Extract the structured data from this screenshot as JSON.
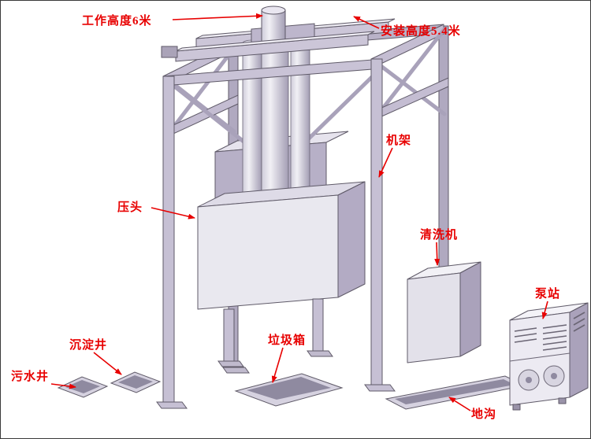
{
  "diagram": {
    "title_implicit": "垂直式垃圾压缩站设备布置图",
    "labels": {
      "working_height": "工作高度6米",
      "install_height": "安装高度5.4米",
      "frame": "机架",
      "press_head": "压头",
      "washer": "清洗机",
      "pump_station": "泵站",
      "garbage_bin": "垃圾箱",
      "settling_well": "沉淀井",
      "sewage_well": "污水井",
      "trench": "地沟"
    },
    "colors": {
      "label_red": "#e80000",
      "face_light": "#c9c3d6",
      "face_mid": "#b7b0c7",
      "face_dark": "#aaa2bb",
      "face_white": "#efedf4",
      "hole_dark": "#8f8aa0",
      "outline": "#5f5a68",
      "background": "#ffffff"
    }
  }
}
